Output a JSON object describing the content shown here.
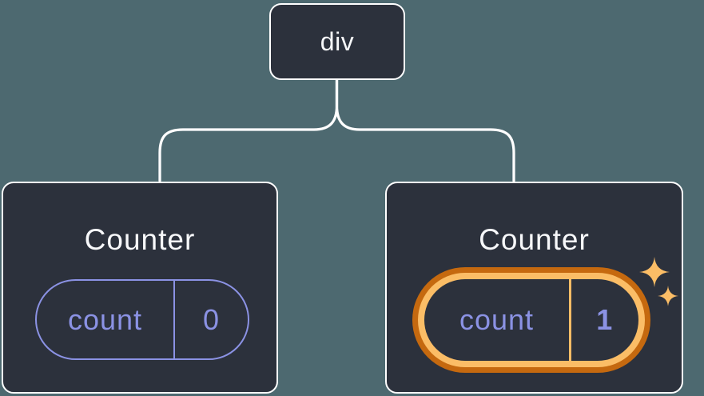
{
  "diagram": {
    "description": "React component tree",
    "root": {
      "label": "div"
    },
    "children": [
      {
        "title": "Counter",
        "state": {
          "name": "count",
          "value": "0"
        },
        "highlighted": false
      },
      {
        "title": "Counter",
        "state": {
          "name": "count",
          "value": "1"
        },
        "highlighted": true
      }
    ]
  },
  "icons": {
    "highlight": "sparkle-icon"
  },
  "colors": {
    "background": "#4D6970",
    "node_fill": "#2C313C",
    "node_border": "#FFFFFF",
    "text": "#F7F8FA",
    "accent_purple": "#8B92E4",
    "highlight_orange_dark": "#C5690F",
    "highlight_orange_light": "#FBBD66"
  }
}
